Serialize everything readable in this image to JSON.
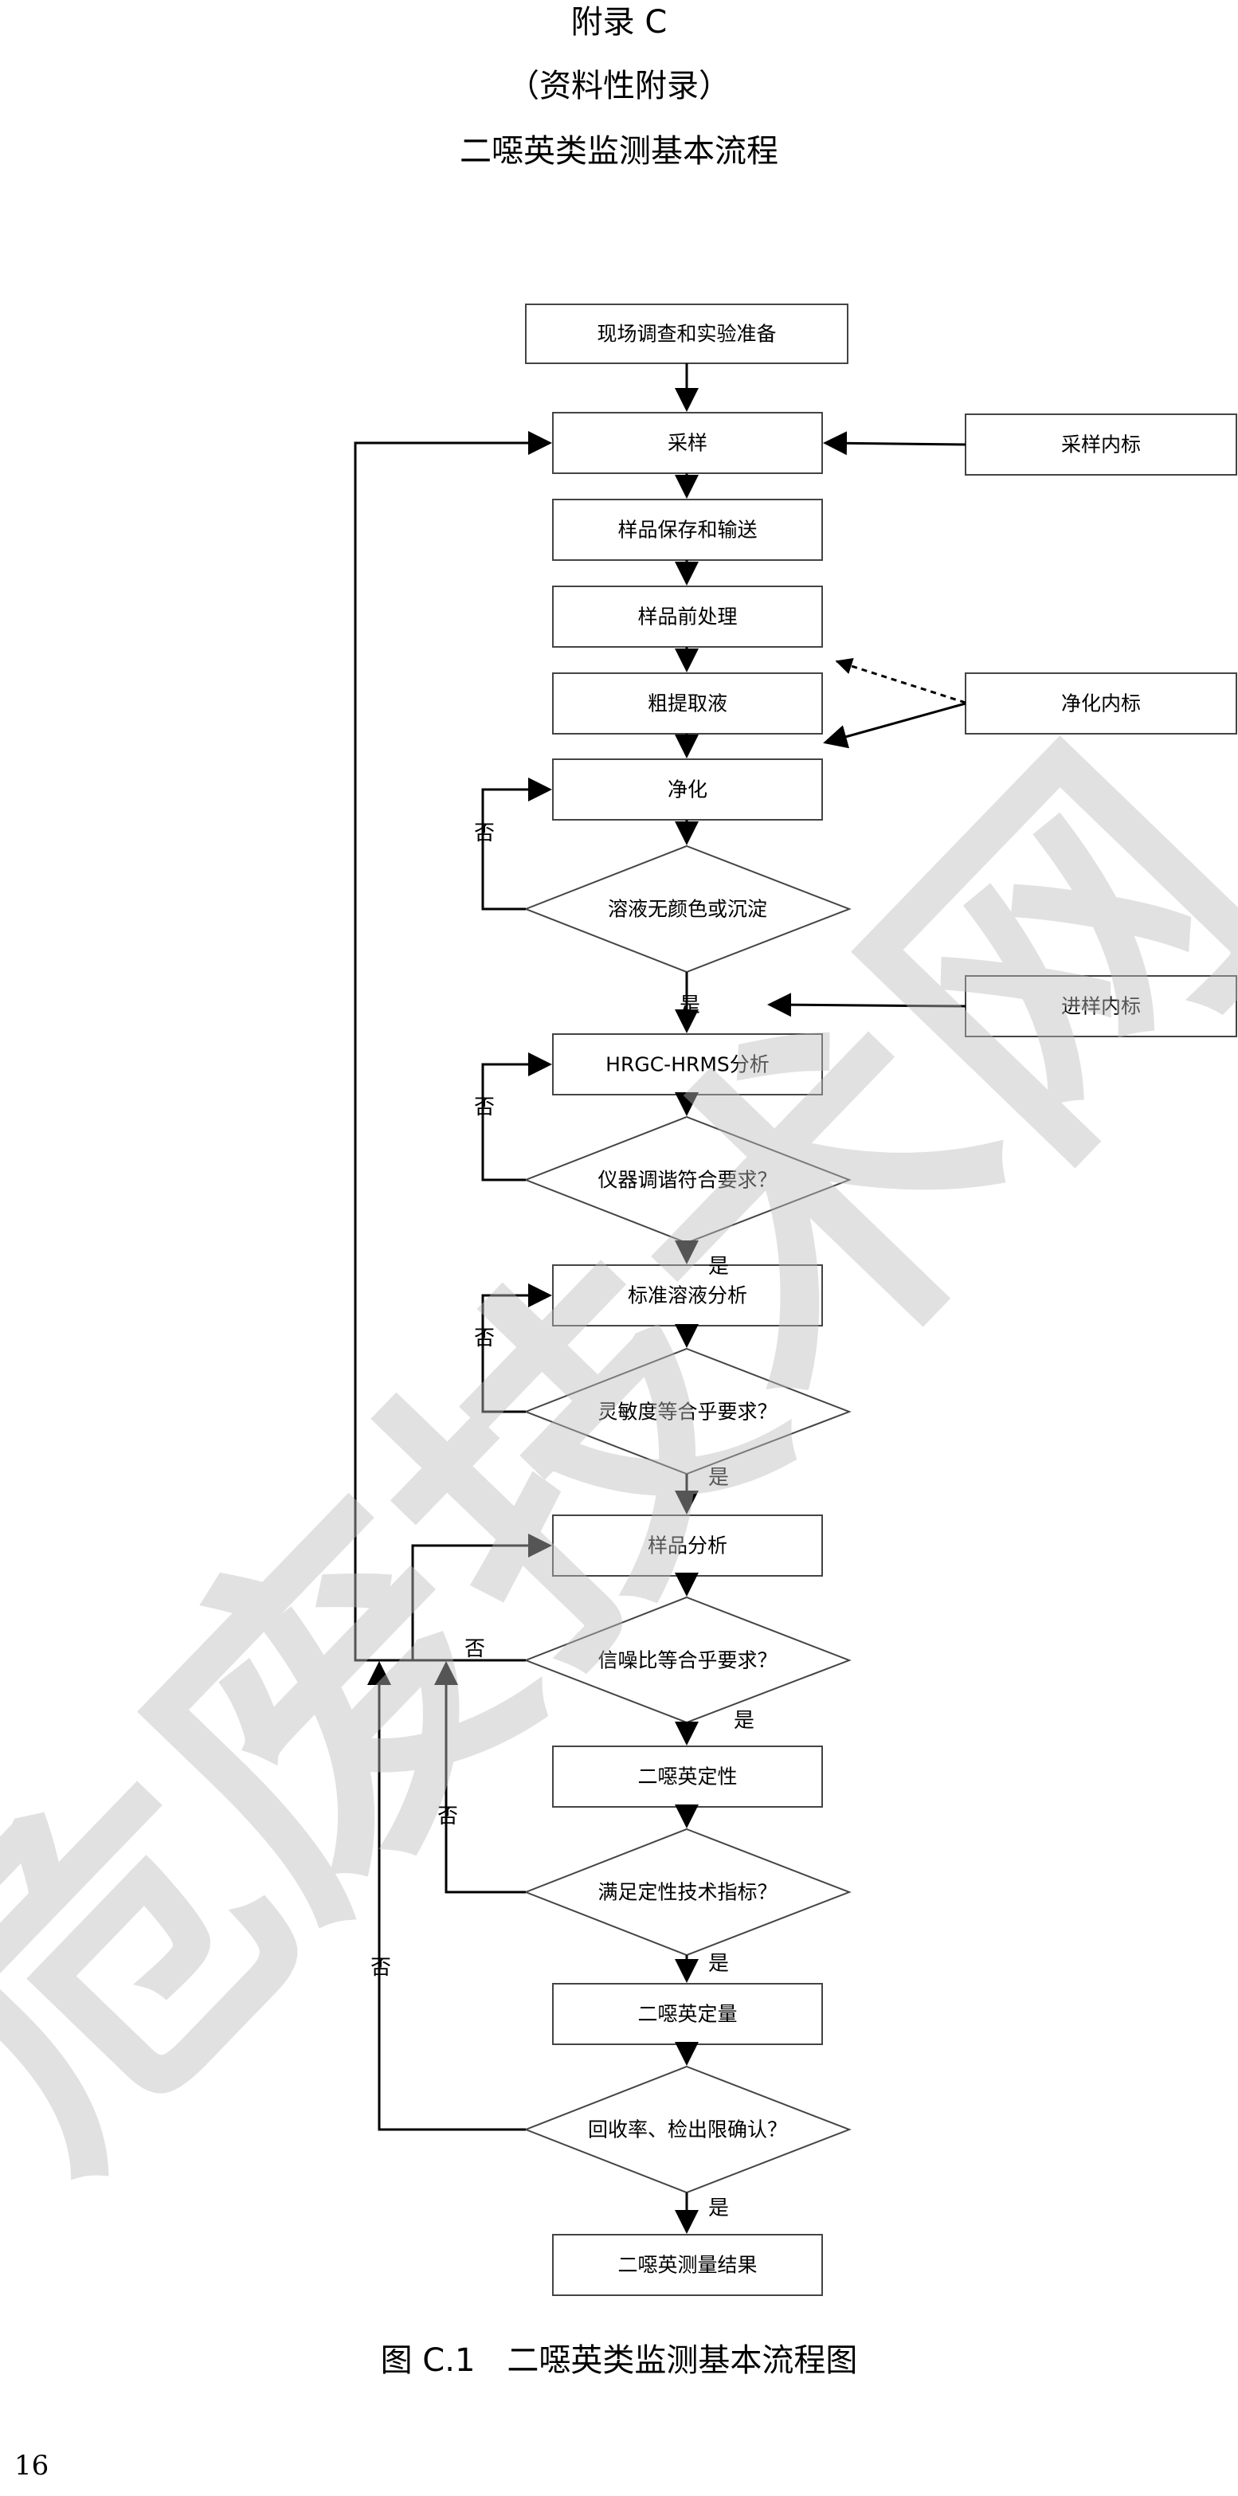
{
  "header": {
    "line1": "附录 C",
    "line2": "（资料性附录）",
    "line3": "二噁英类监测基本流程"
  },
  "nodes": {
    "prep": "现场调查和实验准备",
    "sampling": "采样",
    "storage": "样品保存和输送",
    "pretreat": "样品前处理",
    "crude": "粗提取液",
    "cleanup": "净化",
    "check_color": "溶液无颜色或沉淀",
    "analysis": "HRGC-HRMS分析",
    "check_tuning": "仪器调谐符合要求？",
    "std_analysis": "标准溶液分析",
    "check_sensitivity": "灵敏度等合乎要求？",
    "sample_analysis": "样品分析",
    "check_snr": "信噪比等合乎要求？",
    "qualitative": "二噁英定性",
    "check_qual": "满足定性技术指标？",
    "quantitative": "二噁英定量",
    "check_recovery": "回收率、检出限确认？",
    "result": "二噁英测量结果"
  },
  "side_nodes": {
    "sampling_std": "采样内标",
    "cleanup_std": "净化内标",
    "injection_std": "进样内标"
  },
  "labels": {
    "yes": "是",
    "no": "否"
  },
  "watermark": "危废技术网",
  "caption": "图 C.1　二噁英类监测基本流程图",
  "page_number": "16"
}
